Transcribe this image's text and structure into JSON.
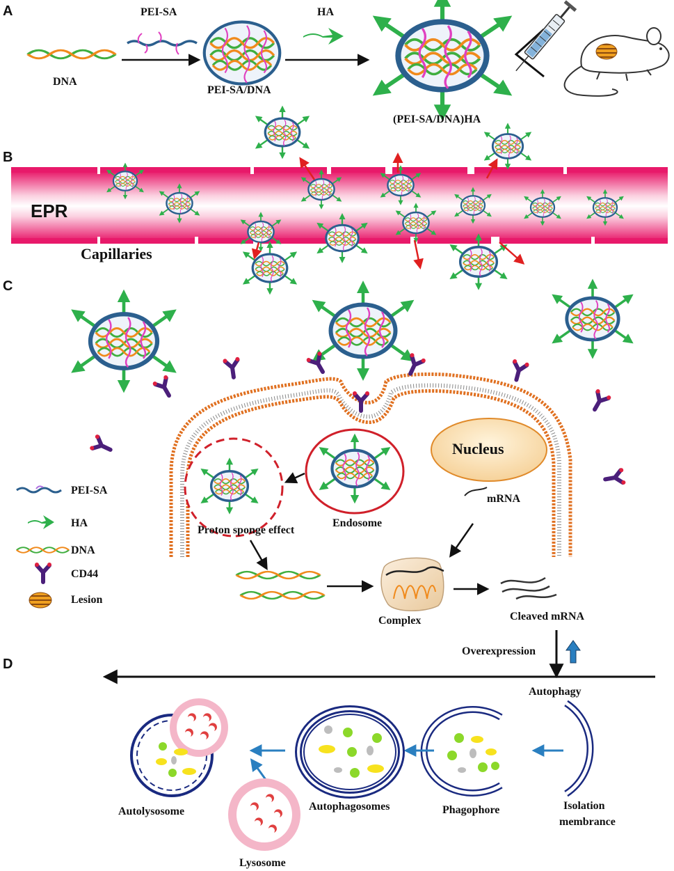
{
  "panels": {
    "a": "A",
    "b": "B",
    "c": "C",
    "d": "D"
  },
  "panel_a": {
    "pei_sa": "PEI-SA",
    "dna": "DNA",
    "pei_sa_dna": "PEI-SA/DNA",
    "ha": "HA",
    "complex_ha": "(PEI-SA/DNA)HA"
  },
  "panel_b": {
    "epr": "EPR",
    "capillaries": "Capillaries"
  },
  "panel_c": {
    "nucleus": "Nucleus",
    "mrna": "mRNA",
    "endosome": "Endosome",
    "proton_sponge": "Proton sponge effect",
    "complex": "Complex",
    "cleaved_mrna": "Cleaved mRNA",
    "overexpression": "Overexpression"
  },
  "legend": {
    "pei_sa": "PEI-SA",
    "ha": "HA",
    "dna": "DNA",
    "cd44": "CD44",
    "lesion": "Lesion"
  },
  "panel_d": {
    "autophagy": "Autophagy",
    "autolysosome": "Autolysosome",
    "autophagosomes": "Autophagosomes",
    "phagophore": "Phagophore",
    "isolation_line1": "Isolation",
    "isolation_line2": "membrance",
    "lysosome": "Lysosome"
  },
  "colors": {
    "vessel": "#e8196a",
    "particle_border": "#2b5f8e",
    "ha_arrow": "#2eb04b",
    "dna_green": "#3fae3f",
    "dna_orange": "#f08a1c",
    "pei_pink": "#e040c0",
    "cd44": "#4b1f7a",
    "membrane_head": "#e07020",
    "escape_arrow": "#e02020",
    "vesicle_blue": "#1a2a80",
    "lysosome_pink": "#f4b6c8"
  }
}
